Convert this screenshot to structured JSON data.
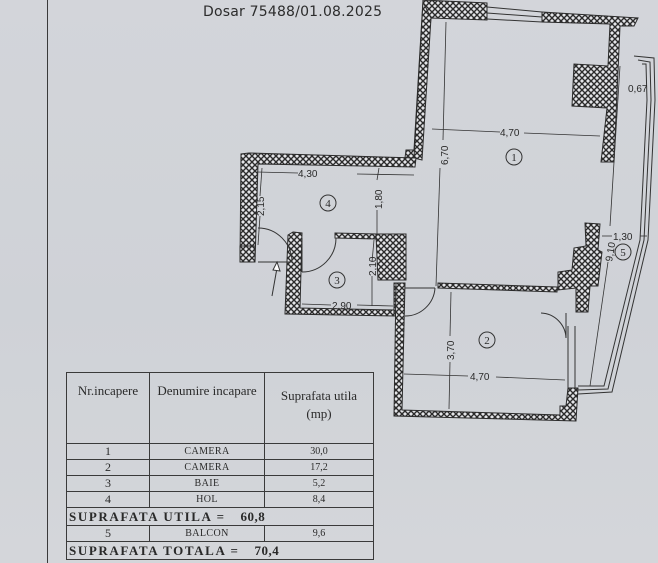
{
  "header": {
    "dossier": "Dosar 75488/01.08.2025"
  },
  "plan": {
    "rooms": [
      {
        "id": "1",
        "label": "1"
      },
      {
        "id": "2",
        "label": "2"
      },
      {
        "id": "3",
        "label": "3"
      },
      {
        "id": "4",
        "label": "4"
      },
      {
        "id": "5",
        "label": "5"
      }
    ],
    "dimensions": {
      "room1_width": "4,70",
      "room1_length": "6,70",
      "wall_offset": "0,67",
      "room2_width": "4,70",
      "room2_length": "3,70",
      "room3_width": "2,90",
      "room3_length": "2,10",
      "room4_width": "4,30",
      "room4_length": "1,80",
      "room4_side": "2,15",
      "balcony_width": "1,30",
      "balcony_length": "9,10"
    },
    "colors": {
      "wall_hatch": "#2b2b2b",
      "line": "#333333",
      "paper": "#d2d4d9"
    }
  },
  "table": {
    "headers": {
      "nr": "Nr.incapere",
      "name": "Denumire incapare",
      "area_l1": "Suprafata utila",
      "area_l2": "(mp)"
    },
    "rows": [
      {
        "nr": "1",
        "name": "CAMERA",
        "area": "30,0"
      },
      {
        "nr": "2",
        "name": "CAMERA",
        "area": "17,2"
      },
      {
        "nr": "3",
        "name": "BAIE",
        "area": "5,2"
      },
      {
        "nr": "4",
        "name": "HOL",
        "area": "8,4"
      }
    ],
    "useful_total": {
      "label": "SUPRAFATA UTILA =",
      "value": "60,8"
    },
    "balcony_row": {
      "nr": "5",
      "name": "BALCON",
      "area": "9,6"
    },
    "grand_total": {
      "label": "SUPRAFATA TOTALA =",
      "value": "70,4"
    }
  }
}
